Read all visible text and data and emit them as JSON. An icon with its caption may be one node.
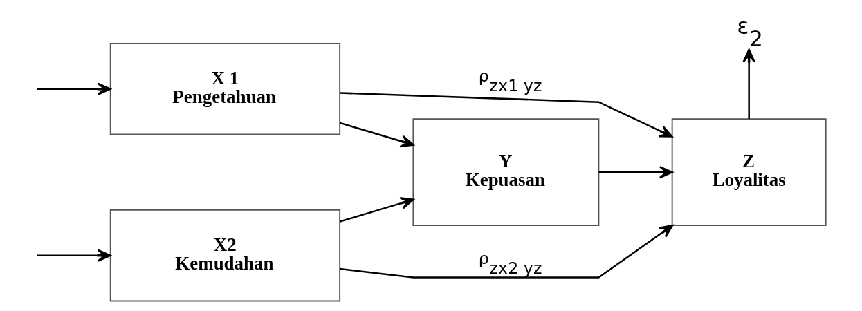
{
  "diagram": {
    "nodes": [
      {
        "text": [
          "X 1",
          "Pengetahuan"
        ]
      },
      {
        "text": [
          "X2",
          "Kemudahan"
        ]
      },
      {
        "text": [
          "Y",
          "Kepuasan"
        ]
      },
      {
        "text": [
          "Z",
          "Loyalitas"
        ]
      },
      {
        "text": [
          "ε$_{2}$"
        ]
      }
    ],
    "edges": [
      {
        "from": null,
        "to": 0,
        "arrow": "to"
      },
      {
        "from": null,
        "to": 1,
        "arrow": "to"
      },
      {
        "from": 0,
        "to": 2,
        "arrow": "to"
      },
      {
        "from": 0,
        "to": 3,
        "arrow": "to",
        "label": "ρ$_{zx1 yz}$"
      },
      {
        "from": 1,
        "to": 2,
        "arrow": "to"
      },
      {
        "from": 1,
        "to": 3,
        "arrow": "to",
        "label": "ρ$_{zx2 yz}$"
      },
      {
        "from": 2,
        "to": 3,
        "arrow": "to"
      },
      {
        "from": 3,
        "to": 4,
        "arrow": "to"
      }
    ]
  }
}
